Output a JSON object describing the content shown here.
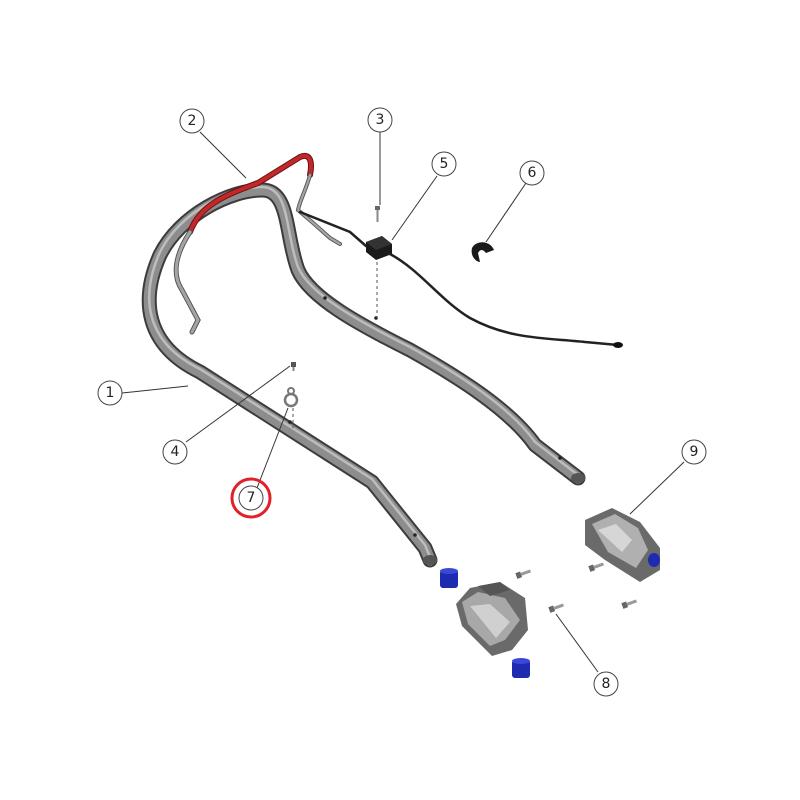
{
  "callouts": [
    {
      "label": "1"
    },
    {
      "label": "2"
    },
    {
      "label": "3"
    },
    {
      "label": "4"
    },
    {
      "label": "5"
    },
    {
      "label": "6"
    },
    {
      "label": "7"
    },
    {
      "label": "8"
    },
    {
      "label": "9"
    }
  ],
  "highlight": {
    "part": "7",
    "color": "#e0202a"
  },
  "colors": {
    "tube": "#8d8d8d",
    "bail_bar": "#c0282a",
    "bushing": "#1e2bb0",
    "cable": "#222222"
  }
}
